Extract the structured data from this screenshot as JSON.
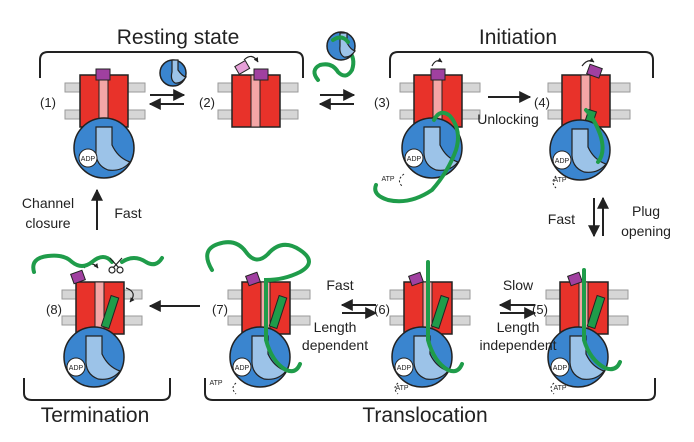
{
  "groups": {
    "resting": "Resting state",
    "initiation": "Initiation",
    "termination": "Termination",
    "translocation": "Translocation"
  },
  "states": [
    "(1)",
    "(2)",
    "(3)",
    "(4)",
    "(5)",
    "(6)",
    "(7)",
    "(8)"
  ],
  "transitions": {
    "unlocking": "Unlocking",
    "fast_plug": "Fast",
    "plug_opening_1": "Plug",
    "plug_opening_2": "opening",
    "slow": "Slow",
    "length_independent_1": "Length",
    "length_independent_2": "independent",
    "fast_len": "Fast",
    "length_dependent_1": "Length",
    "length_dependent_2": "dependent",
    "channel_closure_1": "Channel",
    "channel_closure_2": "closure",
    "fast_close": "Fast"
  },
  "nucleotides": {
    "adp": "ADP",
    "atp": "ATP"
  },
  "colors": {
    "channel": "#e8322a",
    "motor": "#3a85cf",
    "chain": "#1f9c4a",
    "plug": "#a040a0"
  }
}
